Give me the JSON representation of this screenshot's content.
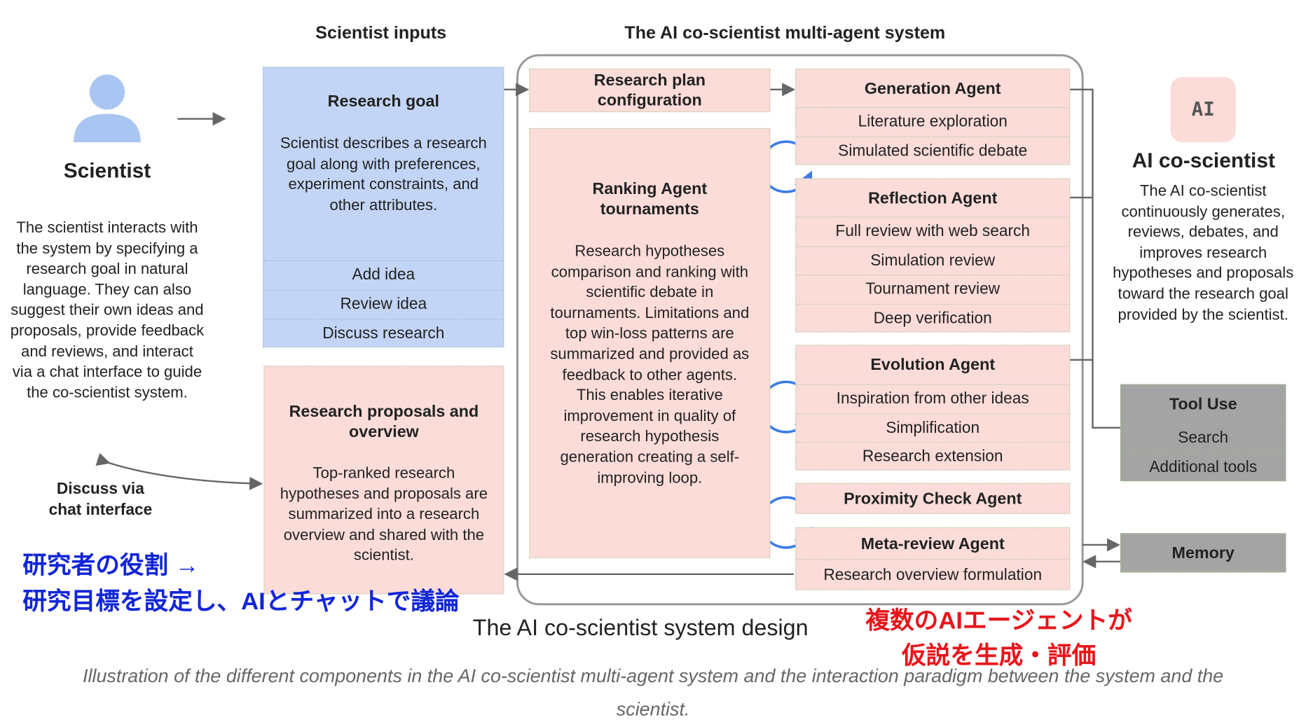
{
  "headers": {
    "inputs": "Scientist inputs",
    "system": "The AI co-scientist multi-agent system"
  },
  "scientist": {
    "title": "Scientist",
    "description": "The scientist interacts with the system by specifying a research goal in natural language. They can also suggest their own ideas and proposals, provide feedback and reviews, and interact via a chat interface to guide the co-scientist system.",
    "chat_label_1": "Discuss via",
    "chat_label_2": "chat interface"
  },
  "research_goal": {
    "title": "Research goal",
    "description": "Scientist describes a research goal along with preferences, experiment constraints, and other attributes.",
    "items": [
      "Add idea",
      "Review idea",
      "Discuss research"
    ]
  },
  "proposals": {
    "title": "Research proposals and overview",
    "description": "Top-ranked research hypotheses and proposals are summarized into a research overview and shared with the scientist."
  },
  "plan_config": {
    "title": "Research plan configuration"
  },
  "ranking": {
    "title": "Ranking Agent tournaments",
    "description": "Research hypotheses comparison and ranking with scientific debate in tournaments. Limitations and top win-loss patterns are summarized and provided as feedback to other agents. This enables iterative improvement in quality of research hypothesis generation creating a self-improving  loop."
  },
  "agents": {
    "generation": {
      "title": "Generation Agent",
      "items": [
        "Literature exploration",
        "Simulated scientific debate"
      ]
    },
    "reflection": {
      "title": "Reflection Agent",
      "items": [
        "Full review with web search",
        "Simulation review",
        "Tournament review",
        "Deep verification"
      ]
    },
    "evolution": {
      "title": "Evolution Agent",
      "items": [
        "Inspiration from other ideas",
        "Simplification",
        "Research extension"
      ]
    },
    "proximity": {
      "title": "Proximity Check Agent"
    },
    "meta_review": {
      "title": "Meta-review Agent",
      "items": [
        "Research overview formulation"
      ]
    }
  },
  "ai": {
    "logo": "AI",
    "title": "AI co-scientist",
    "description": "The AI co-scientist continuously generates, reviews, debates, and improves research hypotheses and proposals toward the research goal provided by the scientist."
  },
  "tool_use": {
    "title": "Tool Use",
    "items": [
      "Search",
      "Additional tools"
    ]
  },
  "memory": {
    "title": "Memory"
  },
  "diagram_caption": "The AI co-scientist system design",
  "annotations": {
    "blue_1": "研究者の役割 →",
    "blue_2": "研究目標を設定し、AIとチャットで議論",
    "red_1": "複数のAIエージェントが",
    "red_2": "仮説を生成・評価",
    "blue_color": "#1226d8",
    "red_color": "#e8141a"
  },
  "caption": {
    "line1": "Illustration of the different components in the AI co-scientist multi-agent system and the interaction paradigm between the system and the",
    "line2": "scientist."
  }
}
